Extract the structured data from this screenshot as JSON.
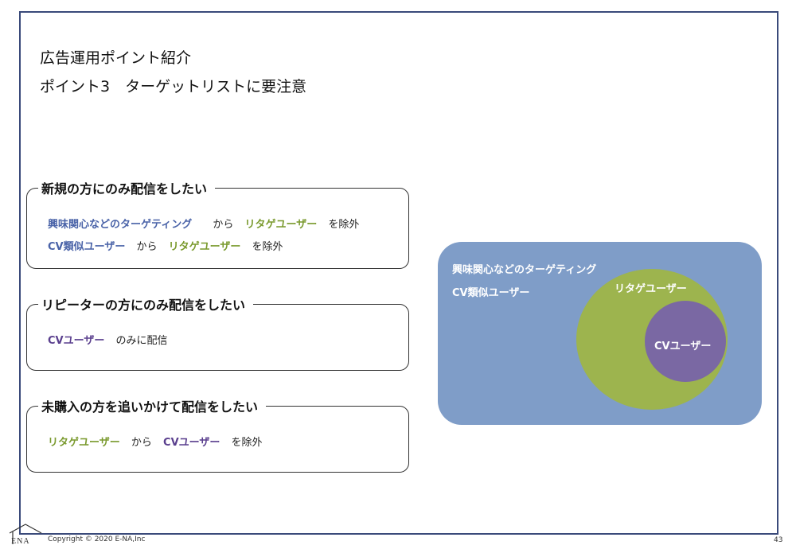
{
  "slide": {
    "title_line1": "広告運用ポイント紹介",
    "title_line2": "ポイント3　ターゲットリストに要注意"
  },
  "boxes": [
    {
      "heading": "新規の方にのみ配信をしたい",
      "lines": [
        [
          {
            "text": "興味関心などのターゲティング",
            "style": "blue"
          },
          {
            "text": "から",
            "style": "plain"
          },
          {
            "text": "リタゲユーザー",
            "style": "green"
          },
          {
            "text": "を除外",
            "style": "plain"
          }
        ],
        [
          {
            "text": "CV類似ユーザー",
            "style": "blue"
          },
          {
            "text": "から",
            "style": "plain"
          },
          {
            "text": "リタゲユーザー",
            "style": "green"
          },
          {
            "text": "を除外",
            "style": "plain"
          }
        ]
      ]
    },
    {
      "heading": "リピーターの方にのみ配信をしたい",
      "lines": [
        [
          {
            "text": "CVユーザー",
            "style": "purple"
          },
          {
            "text": "のみに配信",
            "style": "plain"
          }
        ]
      ]
    },
    {
      "heading": "未購入の方を追いかけて配信をしたい",
      "lines": [
        [
          {
            "text": "リタゲユーザー",
            "style": "green"
          },
          {
            "text": "から",
            "style": "plain"
          },
          {
            "text": "CVユーザー",
            "style": "purple"
          },
          {
            "text": "を除外",
            "style": "plain"
          }
        ]
      ]
    }
  ],
  "venn": {
    "outer_label_1": "興味関心などのターゲティング",
    "outer_label_2": "CV類似ユーザー",
    "middle_label": "リタゲユーザー",
    "inner_label": "CVユーザー",
    "colors": {
      "outer": "#7f9dc8",
      "middle": "#9db44e",
      "inner": "#7a68a3"
    }
  },
  "footer": {
    "logo_text": "ENA",
    "copyright": "Copyright © 2020 E-NA,Inc",
    "page_number": "43"
  }
}
